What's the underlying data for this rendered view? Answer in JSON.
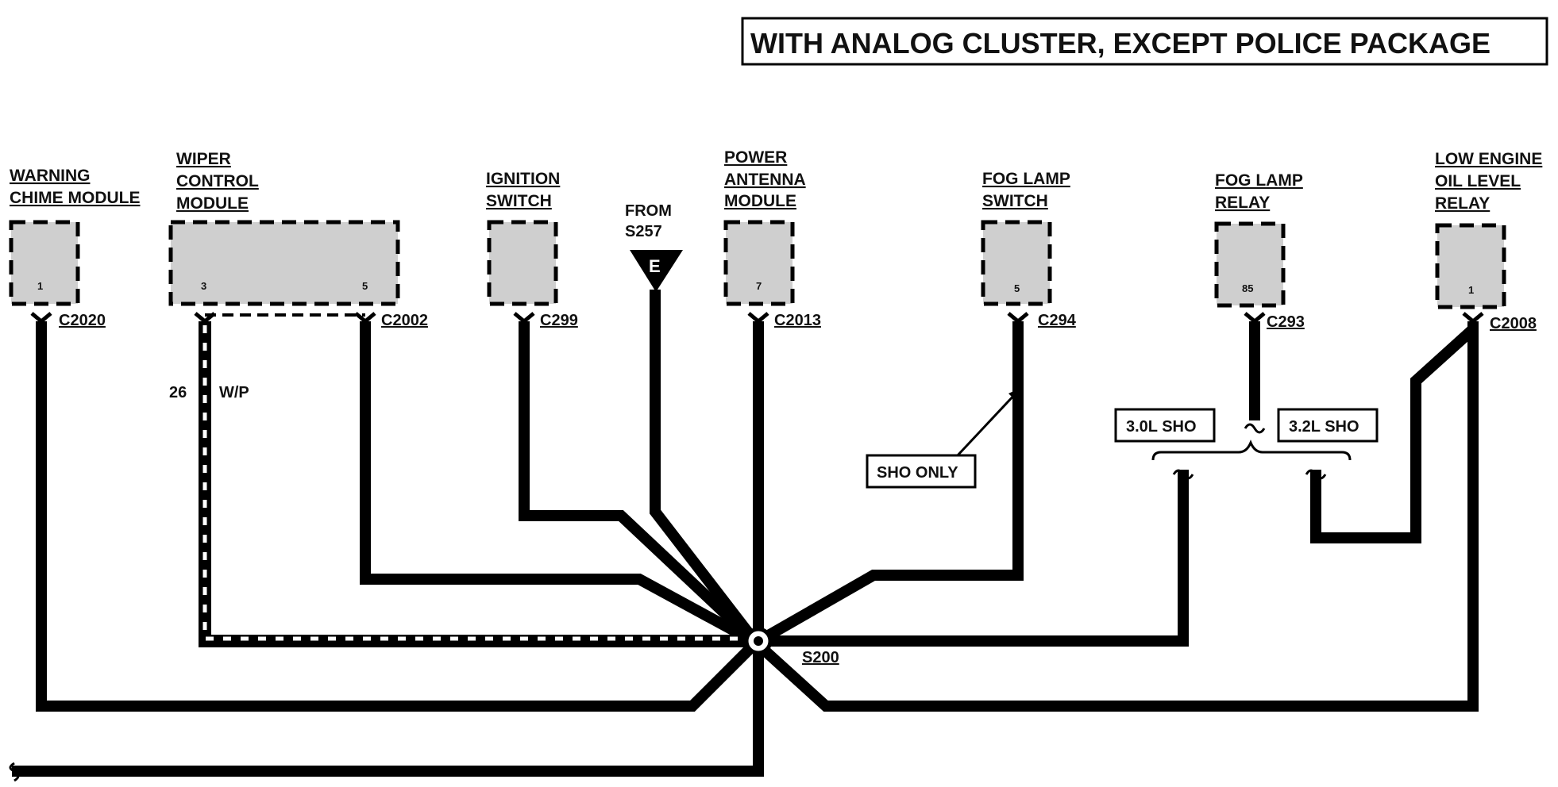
{
  "title": "WITH ANALOG CLUSTER, EXCEPT POLICE PACKAGE",
  "components": {
    "warning_chime": {
      "line1": "WARNING",
      "line2": "CHIME MODULE",
      "pin": "1",
      "connector": "C2020"
    },
    "wiper_control": {
      "line1": "WIPER",
      "line2": "CONTROL",
      "line3": "MODULE",
      "pin_a": "3",
      "pin_b": "5",
      "connector": "C2002"
    },
    "ignition_switch": {
      "line1": "IGNITION",
      "line2": "SWITCH",
      "connector": "C299"
    },
    "ground_source": {
      "line1": "FROM",
      "line2": "S257",
      "symbol": "E"
    },
    "power_antenna": {
      "line1": "POWER",
      "line2": "ANTENNA",
      "line3": "MODULE",
      "pin": "7",
      "connector": "C2013"
    },
    "fog_lamp_switch": {
      "line1": "FOG LAMP",
      "line2": "SWITCH",
      "pin": "5",
      "connector": "C294"
    },
    "fog_lamp_relay": {
      "line1": "FOG LAMP",
      "line2": "RELAY",
      "pin": "85",
      "connector": "C293"
    },
    "low_oil_relay": {
      "line1": "LOW ENGINE",
      "line2": "OIL LEVEL",
      "line3": "RELAY",
      "pin": "1",
      "connector": "C2008"
    }
  },
  "wire": {
    "circuit": "26",
    "color": "W/P"
  },
  "notes": {
    "sho_only": "SHO ONLY",
    "sho_30": "3.0L SHO",
    "sho_32": "3.2L SHO"
  },
  "splice": "S200"
}
